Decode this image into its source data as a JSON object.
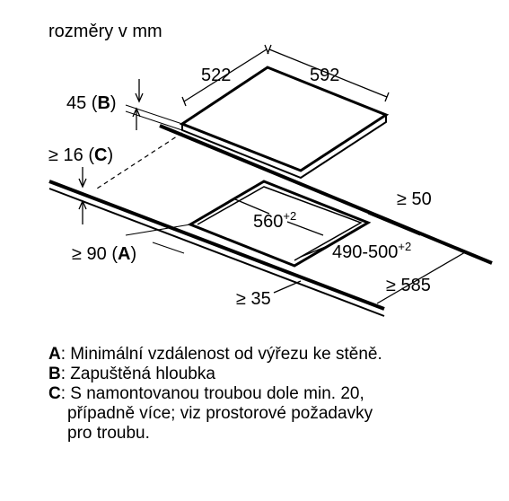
{
  "header": "rozměry v mm",
  "dimensions": {
    "depth": "522",
    "width": "592",
    "recess_depth": "45",
    "recess_key": "B",
    "oven_gap": "≥ 16",
    "oven_key": "C",
    "cutout_width": "560",
    "cutout_width_tol": "+2",
    "cutout_depth": "490-500",
    "cutout_depth_tol": "+2",
    "back_min": "≥ 50",
    "wall_min": "≥ 90",
    "wall_key": "A",
    "front_min": "≥ 35",
    "worktop_min": "≥ 585"
  },
  "legend": [
    {
      "key": "A",
      "text": ": Minimální vzdálenost od výřezu ke stěně."
    },
    {
      "key": "B",
      "text": ": Zapuštěná hloubka"
    },
    {
      "key": "C",
      "text": ": S namontovanou troubou dole min. 20,",
      "continuation": [
        "případně více; viz prostorové požadavky",
        "pro troubu."
      ]
    }
  ]
}
